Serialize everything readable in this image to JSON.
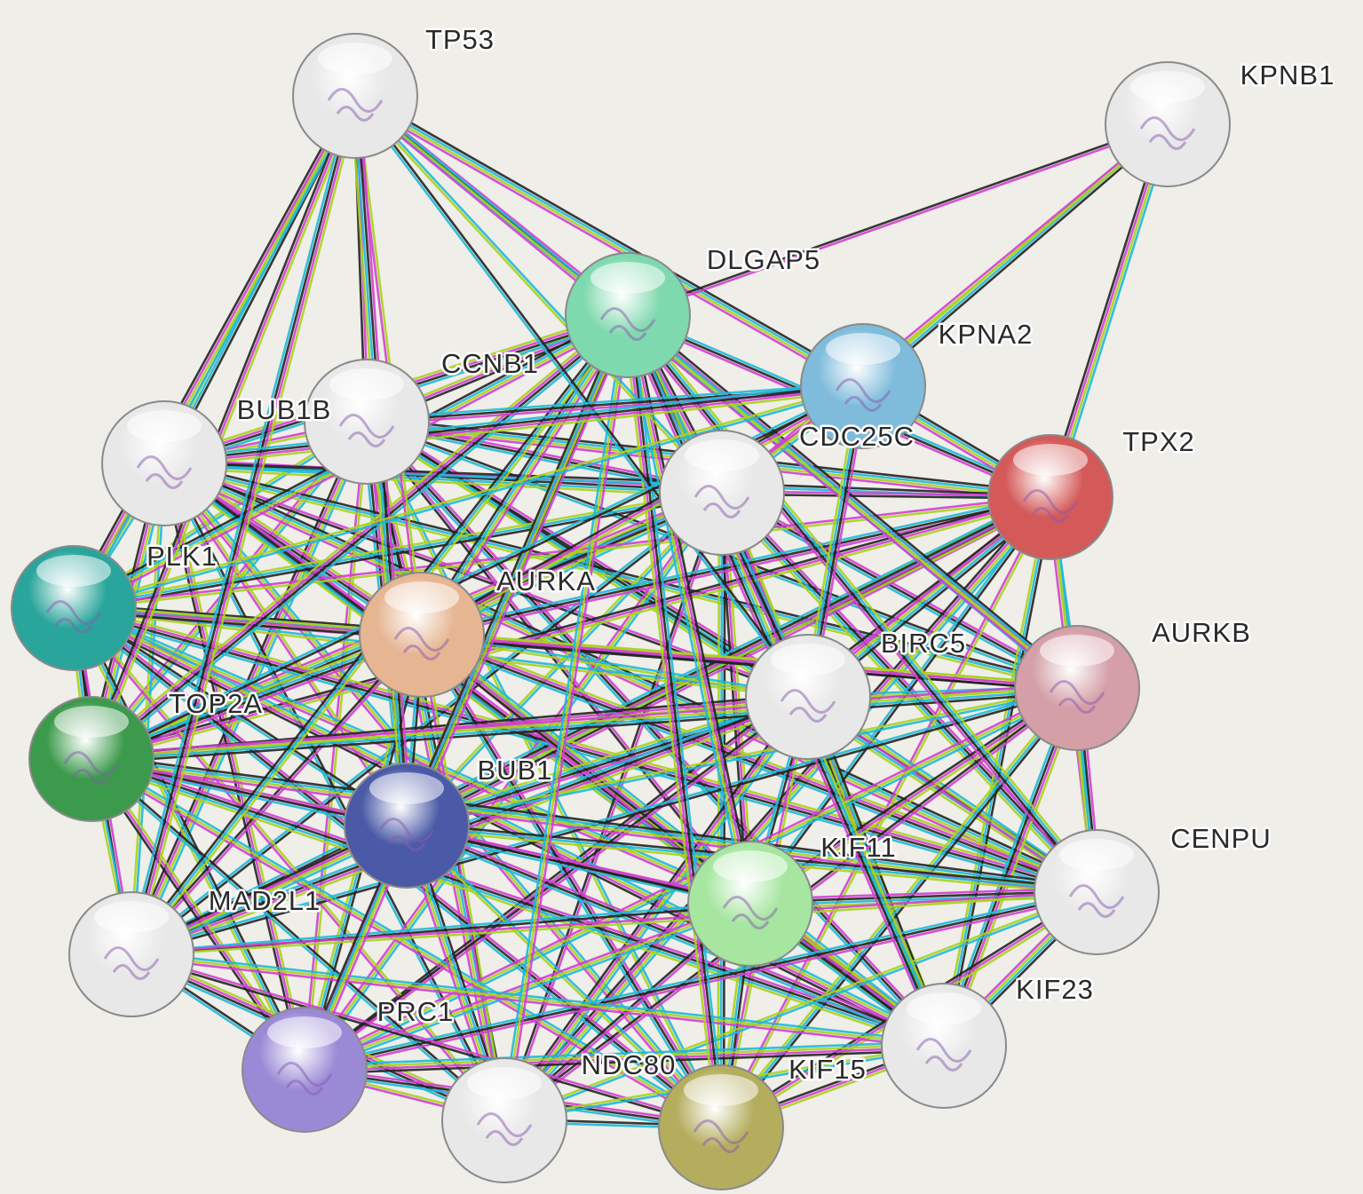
{
  "title": "Protein-protein interaction network",
  "evidence_colors": {
    "experimental": "#d23fd2",
    "database": "#1fb8d8",
    "textmining": "#a8d21e",
    "coexpression": "#222222",
    "homology": "#6b6bd8"
  },
  "nodes": [
    {
      "id": "TP53",
      "color": "#e8e8e8"
    },
    {
      "id": "KPNB1",
      "color": "#e8e8e8"
    },
    {
      "id": "DLGAP5",
      "color": "#7fd9ae"
    },
    {
      "id": "KPNA2",
      "color": "#7fbcdb"
    },
    {
      "id": "CCNB1",
      "color": "#e8e8e8"
    },
    {
      "id": "BUB1B",
      "color": "#e8e8e8"
    },
    {
      "id": "CDC25C",
      "color": "#e8e8e8"
    },
    {
      "id": "TPX2",
      "color": "#d35a58"
    },
    {
      "id": "PLK1",
      "color": "#2aa59b"
    },
    {
      "id": "AURKA",
      "color": "#e6b693"
    },
    {
      "id": "BIRC5",
      "color": "#e8e8e8"
    },
    {
      "id": "AURKB",
      "color": "#d49fa7"
    },
    {
      "id": "TOP2A",
      "color": "#3c9a4c"
    },
    {
      "id": "BUB1",
      "color": "#4a5aa6"
    },
    {
      "id": "KIF11",
      "color": "#a6e6a0"
    },
    {
      "id": "CENPU",
      "color": "#e8e8e8"
    },
    {
      "id": "MAD2L1",
      "color": "#e8e8e8"
    },
    {
      "id": "PRC1",
      "color": "#9a8ad6"
    },
    {
      "id": "KIF23",
      "color": "#e8e8e8"
    },
    {
      "id": "NDC80",
      "color": "#e8e8e8"
    },
    {
      "id": "KIF15",
      "color": "#b5ad5e"
    }
  ],
  "fully_connected_cluster": [
    "CCNB1",
    "BUB1B",
    "CDC25C",
    "TPX2",
    "PLK1",
    "AURKA",
    "BIRC5",
    "AURKB",
    "TOP2A",
    "BUB1",
    "KIF11",
    "CENPU",
    "MAD2L1",
    "PRC1",
    "KIF23",
    "NDC80",
    "KIF15",
    "DLGAP5"
  ],
  "extra_edges": [
    [
      "TP53",
      "CCNB1"
    ],
    [
      "TP53",
      "BUB1B"
    ],
    [
      "TP53",
      "PLK1"
    ],
    [
      "TP53",
      "AURKA"
    ],
    [
      "TP53",
      "DLGAP5"
    ],
    [
      "TP53",
      "KPNA2"
    ],
    [
      "TP53",
      "CDC25C"
    ],
    [
      "TP53",
      "TOP2A"
    ],
    [
      "TP53",
      "BUB1"
    ],
    [
      "TP53",
      "BIRC5"
    ],
    [
      "TP53",
      "AURKB"
    ],
    [
      "TP53",
      "MAD2L1"
    ],
    [
      "KPNB1",
      "DLGAP5"
    ],
    [
      "KPNB1",
      "KPNA2"
    ],
    [
      "KPNB1",
      "TPX2"
    ],
    [
      "KPNB1",
      "CDC25C"
    ],
    [
      "KPNA2",
      "CCNB1"
    ],
    [
      "KPNA2",
      "TPX2"
    ],
    [
      "KPNA2",
      "PLK1"
    ],
    [
      "KPNA2",
      "AURKA"
    ],
    [
      "KPNA2",
      "BIRC5"
    ],
    [
      "KPNA2",
      "TOP2A"
    ],
    [
      "KPNA2",
      "CDC25C"
    ],
    [
      "KPNA2",
      "BUB1B"
    ]
  ]
}
